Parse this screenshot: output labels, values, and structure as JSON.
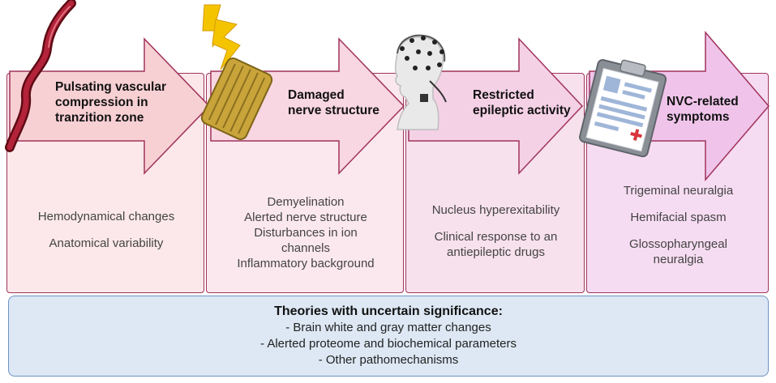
{
  "steps": [
    {
      "heading": [
        "Pulsating vascular",
        "compression in",
        "tranzition  zone"
      ],
      "icon": "blood-vessel-icon",
      "items": [
        "Hemodynamical changes",
        "Anatomical variability"
      ]
    },
    {
      "heading": [
        "Damaged",
        "nerve structure"
      ],
      "icon": "damaged-nerve-icon",
      "items": [
        "Demyelination",
        "Alerted nerve structure",
        "Disturbances in ion",
        "channels",
        "Inflammatory background"
      ]
    },
    {
      "heading": [
        "Restricted",
        "epileptic activity"
      ],
      "icon": "eeg-head-icon",
      "items": [
        "Nucleus hyperexitability",
        "Clinical response to an",
        "antiepileptic drugs"
      ]
    },
    {
      "heading": [
        "NVC-related",
        "symptoms"
      ],
      "icon": "clipboard-icon",
      "items": [
        "Trigeminal neuralgia",
        "Hemifacial spasm",
        "Glossopharyngeal",
        "neuralgia"
      ]
    }
  ],
  "theories": {
    "title": "Theories with uncertain significance:",
    "items": [
      "- Brain white and gray matter changes",
      "- Alerted proteome and biochemical parameters",
      "- Other pathomechanisms"
    ]
  },
  "colors": {
    "arrow_1": "#f7d0d4",
    "arrow_2": "#f8d6e2",
    "arrow_3": "#f5d1e6",
    "arrow_4": "#f0c4ea",
    "box_1": "#fce8ea",
    "box_2": "#fbe8ee",
    "box_3": "#f7e1ec",
    "box_4": "#f6dcf2",
    "outline": "#a0345c",
    "theories_bg": "#dde8f4",
    "theories_border": "#6e93c4"
  }
}
